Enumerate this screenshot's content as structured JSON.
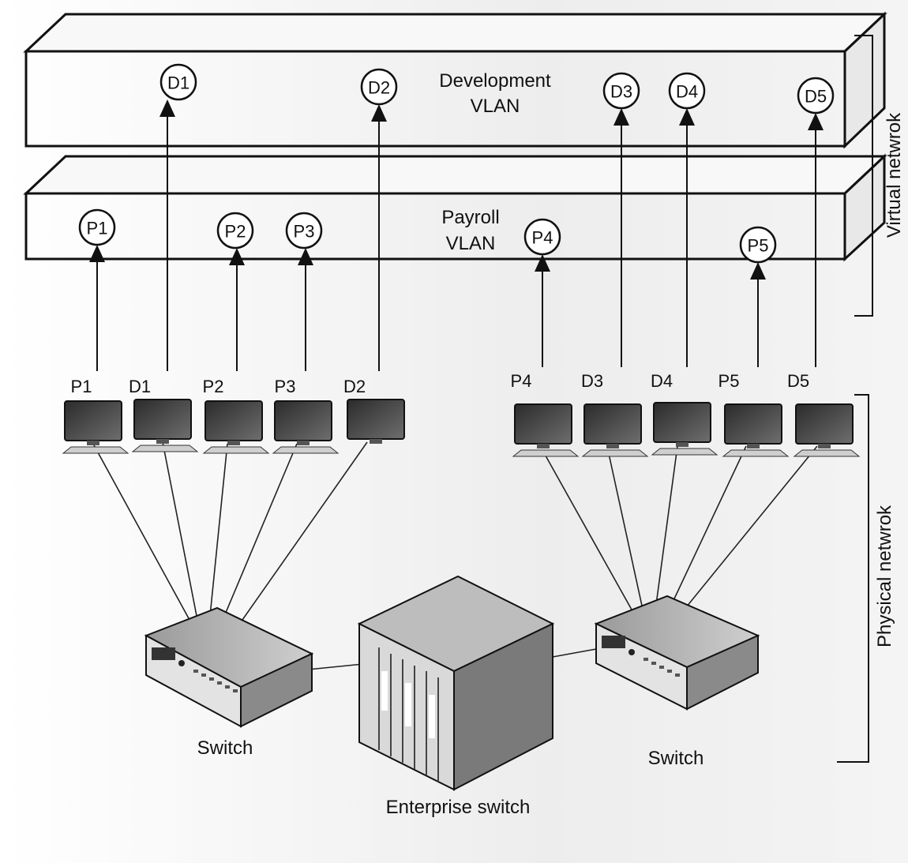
{
  "development_vlan": {
    "label_line1": "Development",
    "label_line2": "VLAN",
    "nodes": [
      "D1",
      "D2",
      "D3",
      "D4",
      "D5"
    ]
  },
  "payroll_vlan": {
    "label_line1": "Payroll",
    "label_line2": "VLAN",
    "nodes": [
      "P1",
      "P2",
      "P3",
      "P4",
      "P5"
    ]
  },
  "computers": [
    "P1",
    "D1",
    "P2",
    "P3",
    "D2",
    "P4",
    "D3",
    "D4",
    "P5",
    "D5"
  ],
  "switch_left": "Switch",
  "switch_right": "Switch",
  "enterprise_switch": "Enterprise switch",
  "brace_virtual": "Virtual netwrok",
  "brace_physical": "Physical netwrok"
}
